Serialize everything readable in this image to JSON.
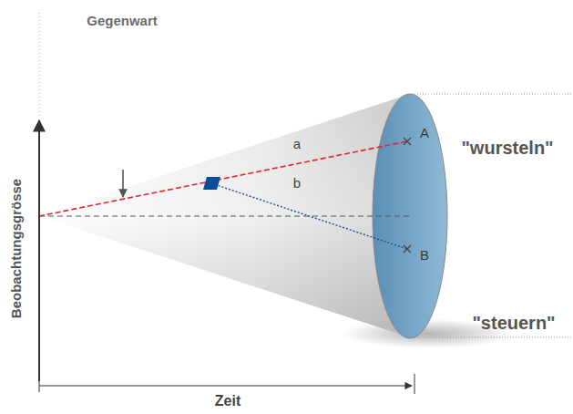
{
  "diagram": {
    "labels": [
      "Gegenwart",
      "Beobachtungsgrösse",
      "Zeit",
      "a",
      "b",
      "A",
      "B",
      "\"wursteln\"",
      "\"steuern\""
    ]
  }
}
